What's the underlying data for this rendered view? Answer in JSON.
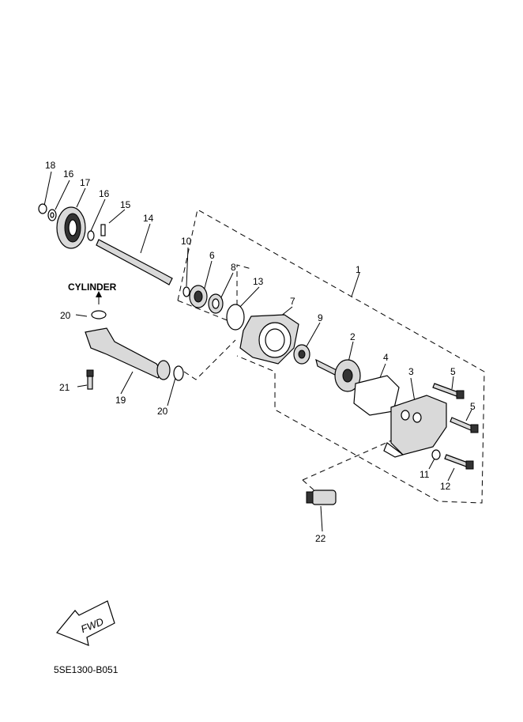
{
  "labels": {
    "l1": "1",
    "l2": "2",
    "l3": "3",
    "l4": "4",
    "l5a": "5",
    "l5b": "5",
    "l6": "6",
    "l7": "7",
    "l8": "8",
    "l9": "9",
    "l10": "10",
    "l11": "11",
    "l12": "12",
    "l13": "13",
    "l14": "14",
    "l15": "15",
    "l16a": "16",
    "l16b": "16",
    "l17": "17",
    "l18": "18",
    "l19": "19",
    "l20a": "20",
    "l20b": "20",
    "l21": "21",
    "l22": "22"
  },
  "cylinder_label": "CYLINDER",
  "fwd_label": "FWD",
  "diagram_code": "5SE1300-B051"
}
